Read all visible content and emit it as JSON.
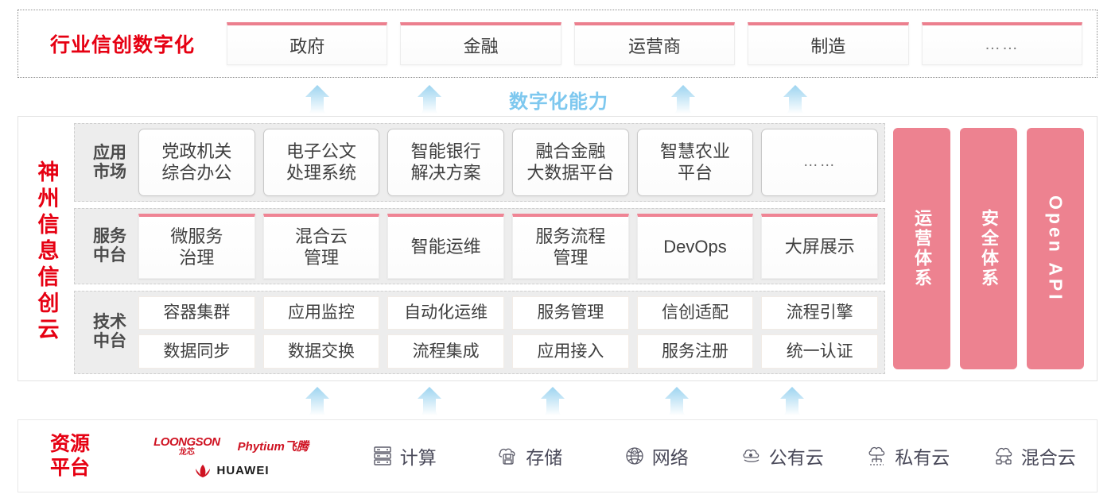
{
  "industry": {
    "title": "行业信创数字化",
    "cards": [
      {
        "label": "政府"
      },
      {
        "label": "金融"
      },
      {
        "label": "运营商"
      },
      {
        "label": "制造"
      },
      {
        "label": "……"
      }
    ]
  },
  "capability": {
    "label": "数字化能力",
    "arrow_icon": "up-arrow-icon",
    "top_arrow_count": 4,
    "bottom_arrow_count": 5
  },
  "cloud": {
    "title": "神州信息信创云",
    "layers": [
      {
        "id": "app-market",
        "label": "应用\n市场",
        "label_line1": "应用",
        "label_line2": "市场",
        "cells": [
          {
            "line1": "党政机关",
            "line2": "综合办公"
          },
          {
            "line1": "电子公文",
            "line2": "处理系统"
          },
          {
            "line1": "智能银行",
            "line2": "解决方案"
          },
          {
            "line1": "融合金融",
            "line2": "大数据平台"
          },
          {
            "line1": "智慧农业",
            "line2": "平台"
          },
          {
            "line1": "……",
            "line2": ""
          }
        ]
      },
      {
        "id": "service-platform",
        "label_line1": "服务",
        "label_line2": "中台",
        "cells": [
          {
            "line1": "微服务",
            "line2": "治理"
          },
          {
            "line1": "混合云",
            "line2": "管理"
          },
          {
            "line1": "智能运维",
            "line2": ""
          },
          {
            "line1": "服务流程",
            "line2": "管理"
          },
          {
            "line1": "DevOps",
            "line2": ""
          },
          {
            "line1": "大屏展示",
            "line2": ""
          }
        ]
      },
      {
        "id": "tech-platform",
        "label_line1": "技术",
        "label_line2": "中台",
        "rows": [
          [
            "容器集群",
            "应用监控",
            "自动化运维",
            "服务管理",
            "信创适配",
            "流程引擎"
          ],
          [
            "数据同步",
            "数据交换",
            "流程集成",
            "应用接入",
            "服务注册",
            "统一认证"
          ]
        ]
      }
    ],
    "pillars": [
      {
        "label": "运营体系"
      },
      {
        "label": "安全体系"
      },
      {
        "label": "Open API"
      }
    ]
  },
  "resource": {
    "title_line1": "资源",
    "title_line2": "平台",
    "vendors": [
      {
        "name_en": "LOONGSON",
        "name_cn": "龙芯",
        "icon": "loongson-logo"
      },
      {
        "name": "Phytium飞腾",
        "icon": "phytium-logo"
      },
      {
        "name": "HUAWEI",
        "icon": "huawei-logo"
      }
    ],
    "items": [
      {
        "label": "计算",
        "icon": "server-icon"
      },
      {
        "label": "存储",
        "icon": "cloud-storage-icon"
      },
      {
        "label": "网络",
        "icon": "network-globe-icon"
      },
      {
        "label": "公有云",
        "icon": "public-cloud-icon"
      },
      {
        "label": "私有云",
        "icon": "private-cloud-icon"
      },
      {
        "label": "混合云",
        "icon": "hybrid-cloud-icon"
      }
    ]
  },
  "colors": {
    "brand_red": "#e60012",
    "pink": "#ed8290",
    "arrow_blue": "#9dd4f0",
    "capability_blue": "#7ec8ef",
    "layer_bg": "#ededed"
  }
}
